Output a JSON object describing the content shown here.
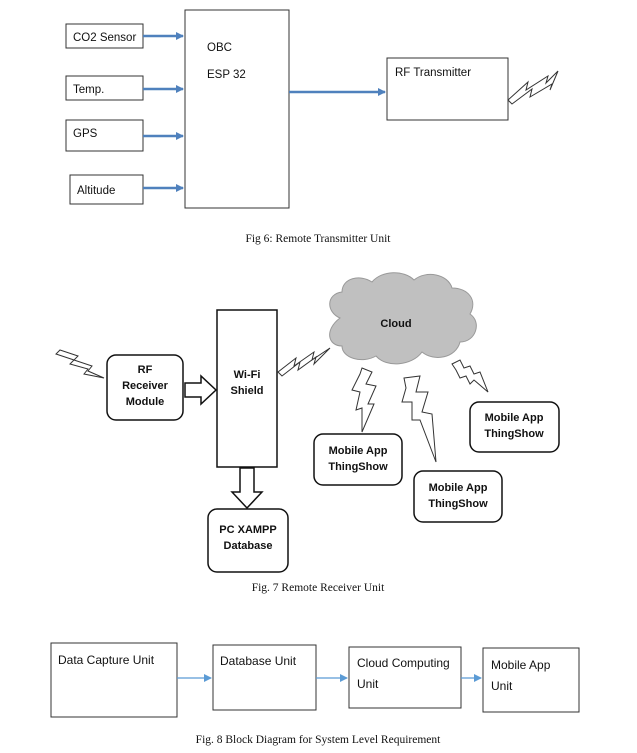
{
  "fig6": {
    "caption": "Fig 6: Remote Transmitter Unit",
    "sensors": [
      "CO2 Sensor",
      "Temp.",
      "GPS",
      "Altitude"
    ],
    "obc_line1": "OBC",
    "obc_line2": "ESP 32",
    "rf_transmitter": "RF Transmitter"
  },
  "fig7": {
    "caption": "Fig. 7 Remote Receiver Unit",
    "rf_receiver": [
      "RF",
      "Receiver",
      "Module"
    ],
    "wifi_shield": [
      "Wi-Fi",
      "Shield"
    ],
    "database": [
      "PC XAMPP",
      "Database"
    ],
    "cloud": "Cloud",
    "mobile_app_1": [
      "Mobile App",
      "ThingShow"
    ],
    "mobile_app_2": [
      "Mobile App",
      "ThingShow"
    ],
    "mobile_app_3": [
      "Mobile App",
      "ThingShow"
    ]
  },
  "fig8": {
    "caption": "Fig. 8 Block Diagram for System Level Requirement",
    "data_capture": [
      "Data Capture Unit"
    ],
    "database_unit": [
      "Database Unit"
    ],
    "cloud_computing": [
      "Cloud Computing",
      "Unit"
    ],
    "mobile_app": [
      "Mobile App",
      "Unit"
    ]
  },
  "colors": {
    "connector": "#4f81bd",
    "arrow_light": "#5b9bd5",
    "cloud_fill": "#c0c0c0"
  }
}
